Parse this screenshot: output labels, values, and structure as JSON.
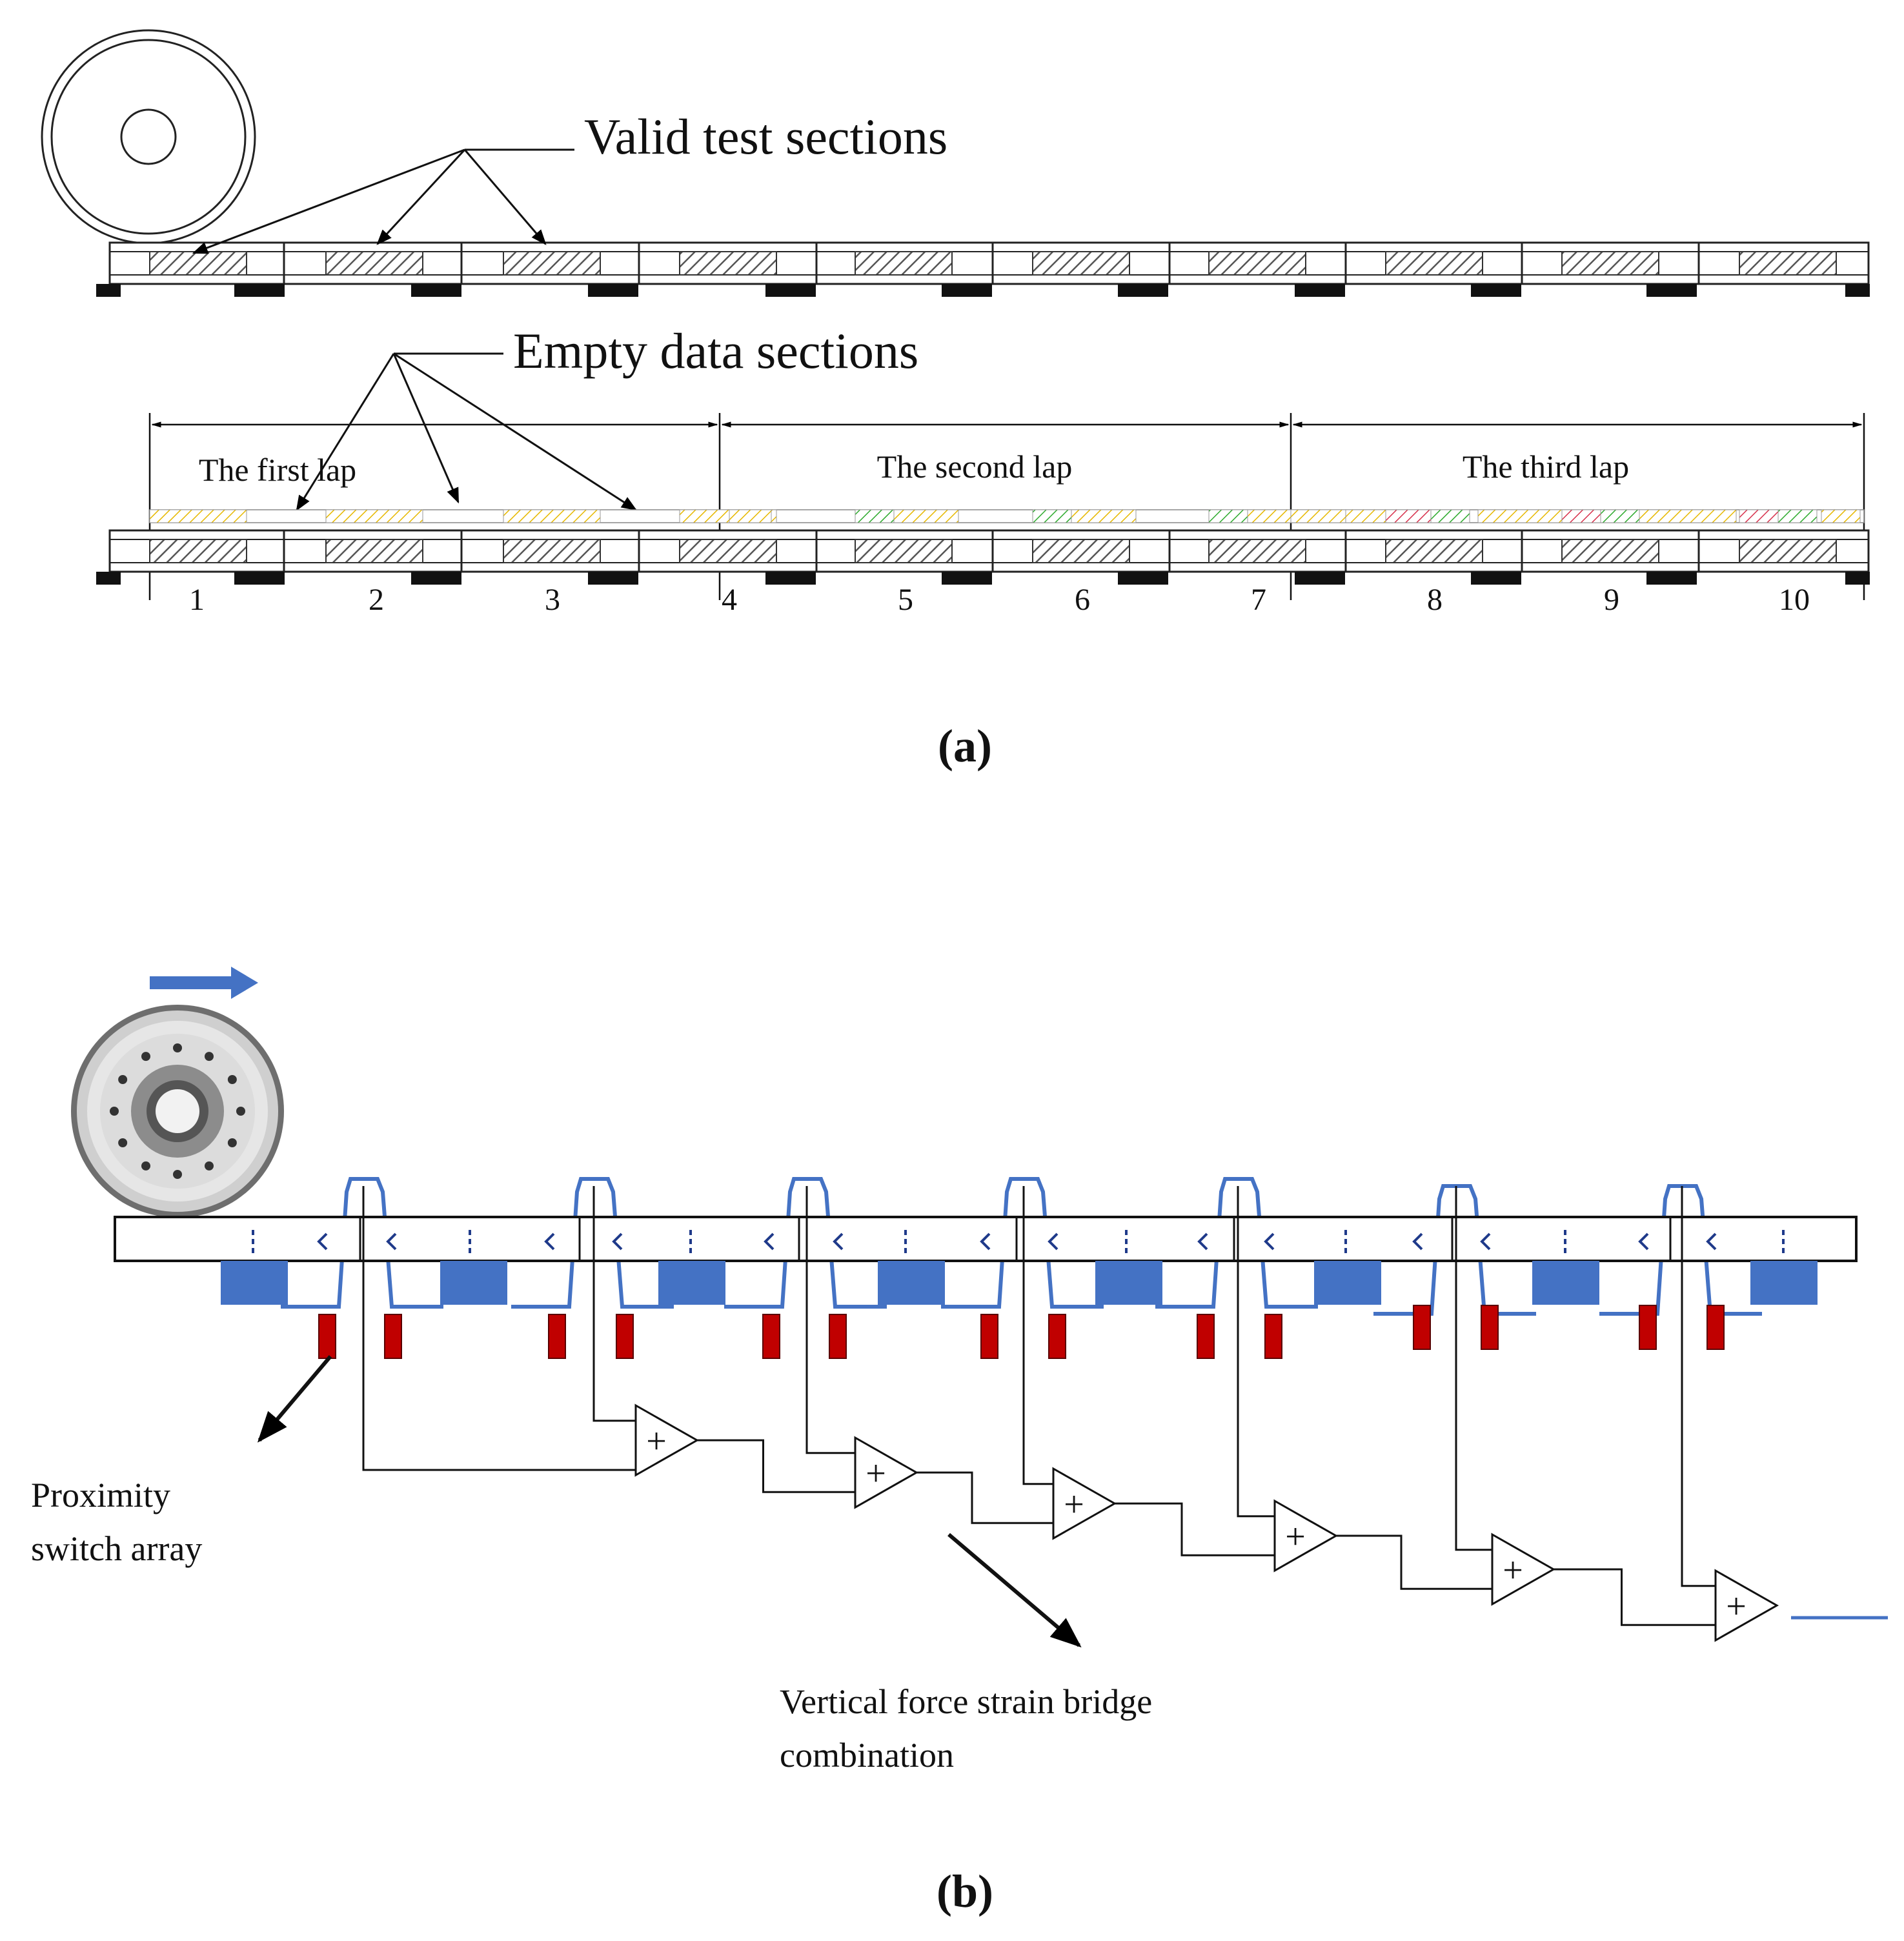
{
  "panel_a": {
    "valid_label": "Valid test sections",
    "empty_label": "Empty data sections",
    "laps": [
      "The first lap",
      "The second lap",
      "The third lap"
    ],
    "section_numbers": [
      "1",
      "2",
      "3",
      "4",
      "5",
      "6",
      "7",
      "8",
      "9",
      "10"
    ],
    "caption": "(a)"
  },
  "panel_b": {
    "proximity_label_line1": "Proximity",
    "proximity_label_line2": "switch array",
    "bridge_label_line1": "Vertical force strain bridge",
    "bridge_label_line2": "combination",
    "summer_symbol": "+",
    "caption": "(b)"
  },
  "colors": {
    "signal_blue": "#4472c4",
    "sleeper_blue": "#4472c4",
    "sensor_red": "#c00000",
    "hatch_dark": "#555555",
    "lap_yellow": "#e6b800",
    "lap_green": "#2eaa2e",
    "lap_red": "#d62e4a"
  },
  "icons": [
    "wheel-icon",
    "direction-arrow-icon",
    "summing-amplifier-icon"
  ]
}
